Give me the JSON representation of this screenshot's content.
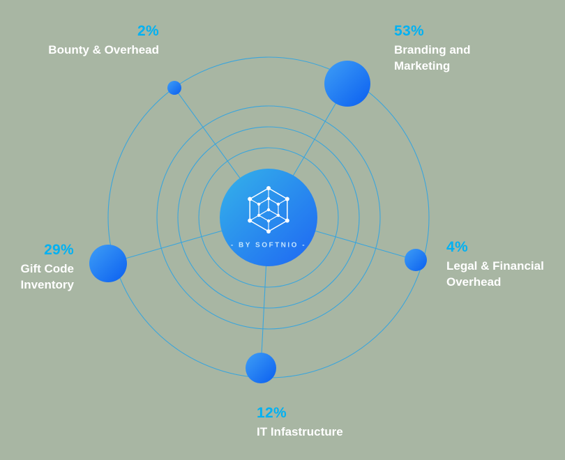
{
  "colors": {
    "background": "#a8b6a3",
    "percent": "#00b1f3",
    "ring": "#3aa5dc",
    "label": "#ffffff",
    "dot_gradient": [
      "#3e9ef6",
      "#0b5ff0"
    ],
    "center_gradient": [
      "#35b3e9",
      "#1e66f3"
    ],
    "icon_color": "#ffffff"
  },
  "center": {
    "brand_text": "- BY SOFTNIO -",
    "icon": "network-cube-icon"
  },
  "chart_data": {
    "type": "pie",
    "title": "",
    "unit": "%",
    "categories": [
      "Bounty & Overhead",
      "Branding and Marketing",
      "Legal & Financial Overhead",
      "IT Infastructure",
      "Gift Code Inventory"
    ],
    "values": [
      2,
      53,
      4,
      12,
      29
    ],
    "legend_position": "around-bubbles",
    "notes": "orbital bubble allocation chart; bubble size proportional to percent"
  },
  "labels": {
    "bounty": {
      "percent": "2%",
      "name": "Bounty & Overhead"
    },
    "branding": {
      "percent": "53%",
      "name": "Branding and\nMarketing"
    },
    "legal": {
      "percent": "4%",
      "name": "Legal & Financial\nOverhead"
    },
    "gift": {
      "percent": "29%",
      "name": "Gift Code\nInventory"
    },
    "it": {
      "percent": "12%",
      "name": "IT Infastructure"
    }
  }
}
